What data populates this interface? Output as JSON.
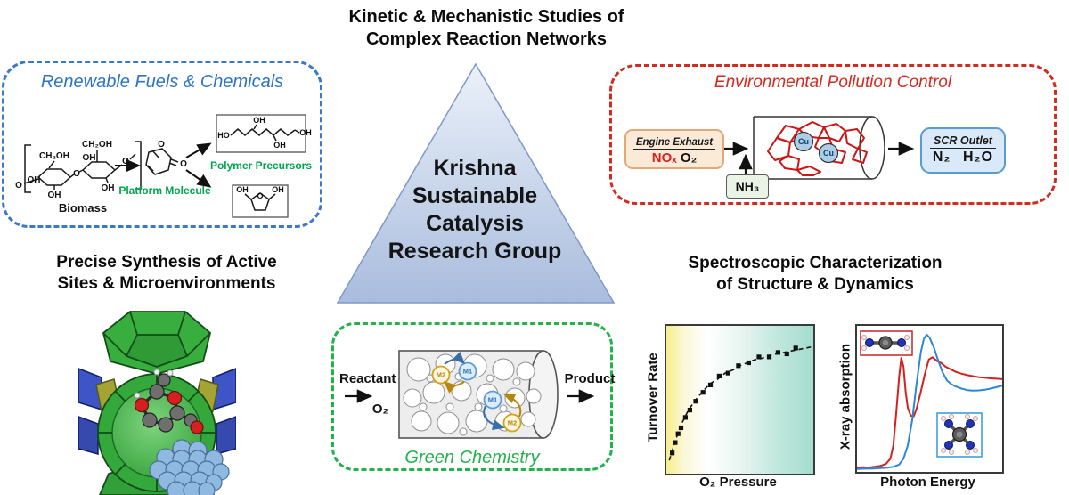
{
  "headings": {
    "kinetics_line1": "Kinetic & Mechanistic Studies of",
    "kinetics_line2": "Complex Reaction Networks",
    "synthesis_line1": "Precise Synthesis of Active",
    "synthesis_line2": "Sites & Microenvironments",
    "spectroscopy_line1": "Spectroscopic Characterization",
    "spectroscopy_line2": "of Structure & Dynamics"
  },
  "triangle": {
    "line1": "Krishna",
    "line2": "Sustainable",
    "line3": "Catalysis",
    "line4": "Research Group",
    "fill_top": "#ebf1f9",
    "fill_bottom": "#a9bcdd",
    "border_color": "#7d99c7"
  },
  "renewable": {
    "title": "Renewable Fuels & Chemicals",
    "accent_color": "#2e74c4",
    "label_biomass": "Biomass",
    "label_platform": "Platform Molecule",
    "label_polymer": "Polymer Precursors",
    "green_color": "#00a550",
    "atoms": {
      "ch2oh": "CH₂OH",
      "oh": "OH",
      "ho": "HO",
      "o": "O"
    }
  },
  "environmental": {
    "title": "Environmental Pollution Control",
    "accent_color": "#d42b20",
    "engine_title": "Engine Exhaust",
    "engine_nox": "NOₓ",
    "engine_o2": "O₂",
    "nh3": "NH₃",
    "cu": "Cu",
    "scr_title": "SCR Outlet",
    "scr_n2": "N₂",
    "scr_h2o": "H₂O"
  },
  "green_chem": {
    "title": "Green Chemistry",
    "accent_color": "#22b14c",
    "reactant": "Reactant",
    "o2": "O₂",
    "product": "Product",
    "m1": "M1",
    "m2": "M2"
  },
  "chart_data": [
    {
      "type": "scatter",
      "title": "",
      "xlabel": "O₂ Pressure",
      "ylabel": "Turnover Rate",
      "xlim": [
        0,
        1
      ],
      "ylim": [
        0,
        1
      ],
      "ticks": "none",
      "background_gradient": [
        "#f6ee8b",
        "#ffffff",
        "#a3dccd"
      ],
      "marker": "square",
      "marker_color": "#111111",
      "x": [
        0.04,
        0.06,
        0.08,
        0.1,
        0.13,
        0.16,
        0.2,
        0.25,
        0.3,
        0.36,
        0.42,
        0.49,
        0.56,
        0.63,
        0.7,
        0.76,
        0.82,
        0.88
      ],
      "y": [
        0.14,
        0.21,
        0.27,
        0.31,
        0.38,
        0.43,
        0.49,
        0.55,
        0.6,
        0.66,
        0.68,
        0.73,
        0.75,
        0.79,
        0.79,
        0.82,
        0.81,
        0.85
      ],
      "fit": {
        "style": "dashed",
        "color": "#111111",
        "x": [
          0.02,
          0.06,
          0.1,
          0.15,
          0.2,
          0.25,
          0.3,
          0.35,
          0.4,
          0.45,
          0.5,
          0.55,
          0.6,
          0.65,
          0.7,
          0.75,
          0.8,
          0.85,
          0.9,
          0.95,
          1.0
        ],
        "y": [
          0.09,
          0.22,
          0.33,
          0.43,
          0.5,
          0.56,
          0.61,
          0.64,
          0.68,
          0.7,
          0.73,
          0.75,
          0.77,
          0.78,
          0.8,
          0.81,
          0.82,
          0.83,
          0.84,
          0.85,
          0.86
        ]
      }
    },
    {
      "type": "line",
      "title": "",
      "xlabel": "Photon Energy",
      "ylabel": "X-ray absorption",
      "xlim": [
        0,
        1
      ],
      "ylim": [
        0,
        1
      ],
      "ticks": "none",
      "series": [
        {
          "name": "red",
          "color": "#d42020",
          "x": [
            0.0,
            0.04,
            0.08,
            0.12,
            0.16,
            0.2,
            0.23,
            0.25,
            0.27,
            0.29,
            0.305,
            0.32,
            0.335,
            0.35,
            0.37,
            0.39,
            0.41,
            0.44,
            0.47,
            0.495,
            0.52,
            0.55,
            0.58,
            0.61,
            0.64,
            0.68,
            0.72,
            0.76,
            0.8,
            0.84,
            0.88,
            0.92,
            0.96,
            1.0
          ],
          "y": [
            0.03,
            0.032,
            0.03,
            0.035,
            0.04,
            0.055,
            0.09,
            0.18,
            0.4,
            0.65,
            0.78,
            0.72,
            0.55,
            0.44,
            0.385,
            0.38,
            0.43,
            0.55,
            0.68,
            0.77,
            0.785,
            0.76,
            0.745,
            0.72,
            0.705,
            0.685,
            0.672,
            0.662,
            0.655,
            0.648,
            0.645,
            0.64,
            0.638,
            0.635
          ]
        },
        {
          "name": "blue",
          "color": "#2e86d4",
          "x": [
            0.0,
            0.05,
            0.1,
            0.15,
            0.2,
            0.25,
            0.29,
            0.32,
            0.35,
            0.38,
            0.41,
            0.44,
            0.46,
            0.48,
            0.5,
            0.53,
            0.56,
            0.59,
            0.62,
            0.65,
            0.68,
            0.72,
            0.76,
            0.8,
            0.84,
            0.88,
            0.92,
            0.96,
            1.0
          ],
          "y": [
            0.02,
            0.022,
            0.022,
            0.025,
            0.028,
            0.035,
            0.05,
            0.09,
            0.18,
            0.35,
            0.6,
            0.82,
            0.91,
            0.94,
            0.92,
            0.85,
            0.76,
            0.68,
            0.625,
            0.6,
            0.585,
            0.57,
            0.56,
            0.556,
            0.558,
            0.562,
            0.57,
            0.58,
            0.59
          ]
        }
      ]
    }
  ]
}
